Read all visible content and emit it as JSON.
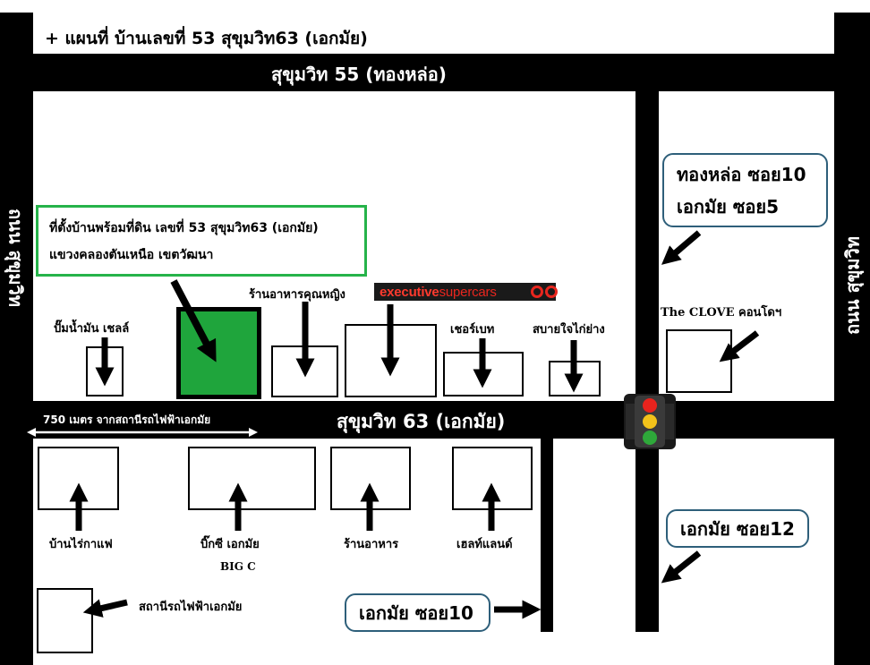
{
  "title": "+ แผนที่ บ้านเลขที่ 53 สุขุมวิท63 (เอกมัย)",
  "roads": {
    "sukhumvit55": "สุขุมวิท 55 (ทองหล่อ)",
    "sukhumvit63": "สุขุมวิท 63 (เอกมัย)",
    "left_vertical": "ถนน สุขุมวิท",
    "right_vertical": "ถนน สุขุมวิท"
  },
  "property": {
    "line1": "ที่ตั้งบ้านพร้อมที่ดิน เลขที่ 53 สุขุมวิท63 (เอกมัย)",
    "line2": "แขวงคลองตันเหนือ เขตวัฒนา"
  },
  "distance_note": "750 เมตร จากสถานีรถไฟฟ้าเอกมัย",
  "landmarks": {
    "khunying": "ร้านอาหารคุณหญิง",
    "executive_part1": "executive",
    "executive_part2": "supercars",
    "clove": "The CLOVE คอนโดฯ",
    "shell": "ปั๊มน้ำมัน เชลล์",
    "sherbet": "เชอร์เบท",
    "sabaijai": "สบายใจไก่ย่าง",
    "banrai": "บ้านไร่กาแฟ",
    "bigc_thai": "บิ๊กซี เอกมัย",
    "bigc": "BIG C",
    "restaurant": "ร้านอาหาร",
    "healthland": "เฮลท์แลนด์",
    "bts": "สถานีรถไฟฟ้าเอกมัย"
  },
  "soi": {
    "thonglor10": "ทองหล่อ ซอย10",
    "ekkamai5": "เอกมัย ซอย5",
    "ekkamai12": "เอกมัย ซอย12",
    "ekkamai10": "เอกมัย ซอย10"
  },
  "colors": {
    "road": "#000000",
    "property_fill": "#1fa53c",
    "property_border": "#26b34a",
    "callout_border": "#2e5f7a",
    "executive_red": "#e8261e",
    "light_red": "#e8231d",
    "light_yellow": "#f2c21a",
    "light_green": "#2ea83a"
  },
  "icons": {
    "traffic_light": "traffic-light-icon",
    "arrow": "arrow-icon"
  }
}
